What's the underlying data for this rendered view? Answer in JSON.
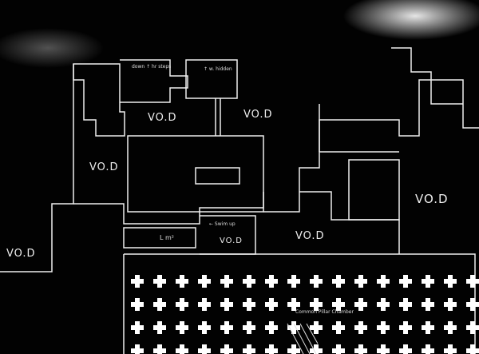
{
  "map": {
    "rooms": [
      {
        "label": "VO.D"
      },
      {
        "label": "VO.D"
      },
      {
        "label": "VO.D"
      },
      {
        "label": "VO.D"
      },
      {
        "label": "VO.D"
      },
      {
        "label": "VO.D"
      },
      {
        "label": "VO.D"
      }
    ],
    "notes": {
      "room_a": "down ↑ hr steps",
      "room_b": "↑ w. hidden",
      "swim": "← Swim up",
      "lower": "L m²",
      "chamber": "Common Pillar Chamber"
    },
    "pillar_grid": {
      "rows": 4,
      "columns": 16
    },
    "colors": {
      "ink": "#f0f0f0",
      "paper": "#020202"
    }
  }
}
